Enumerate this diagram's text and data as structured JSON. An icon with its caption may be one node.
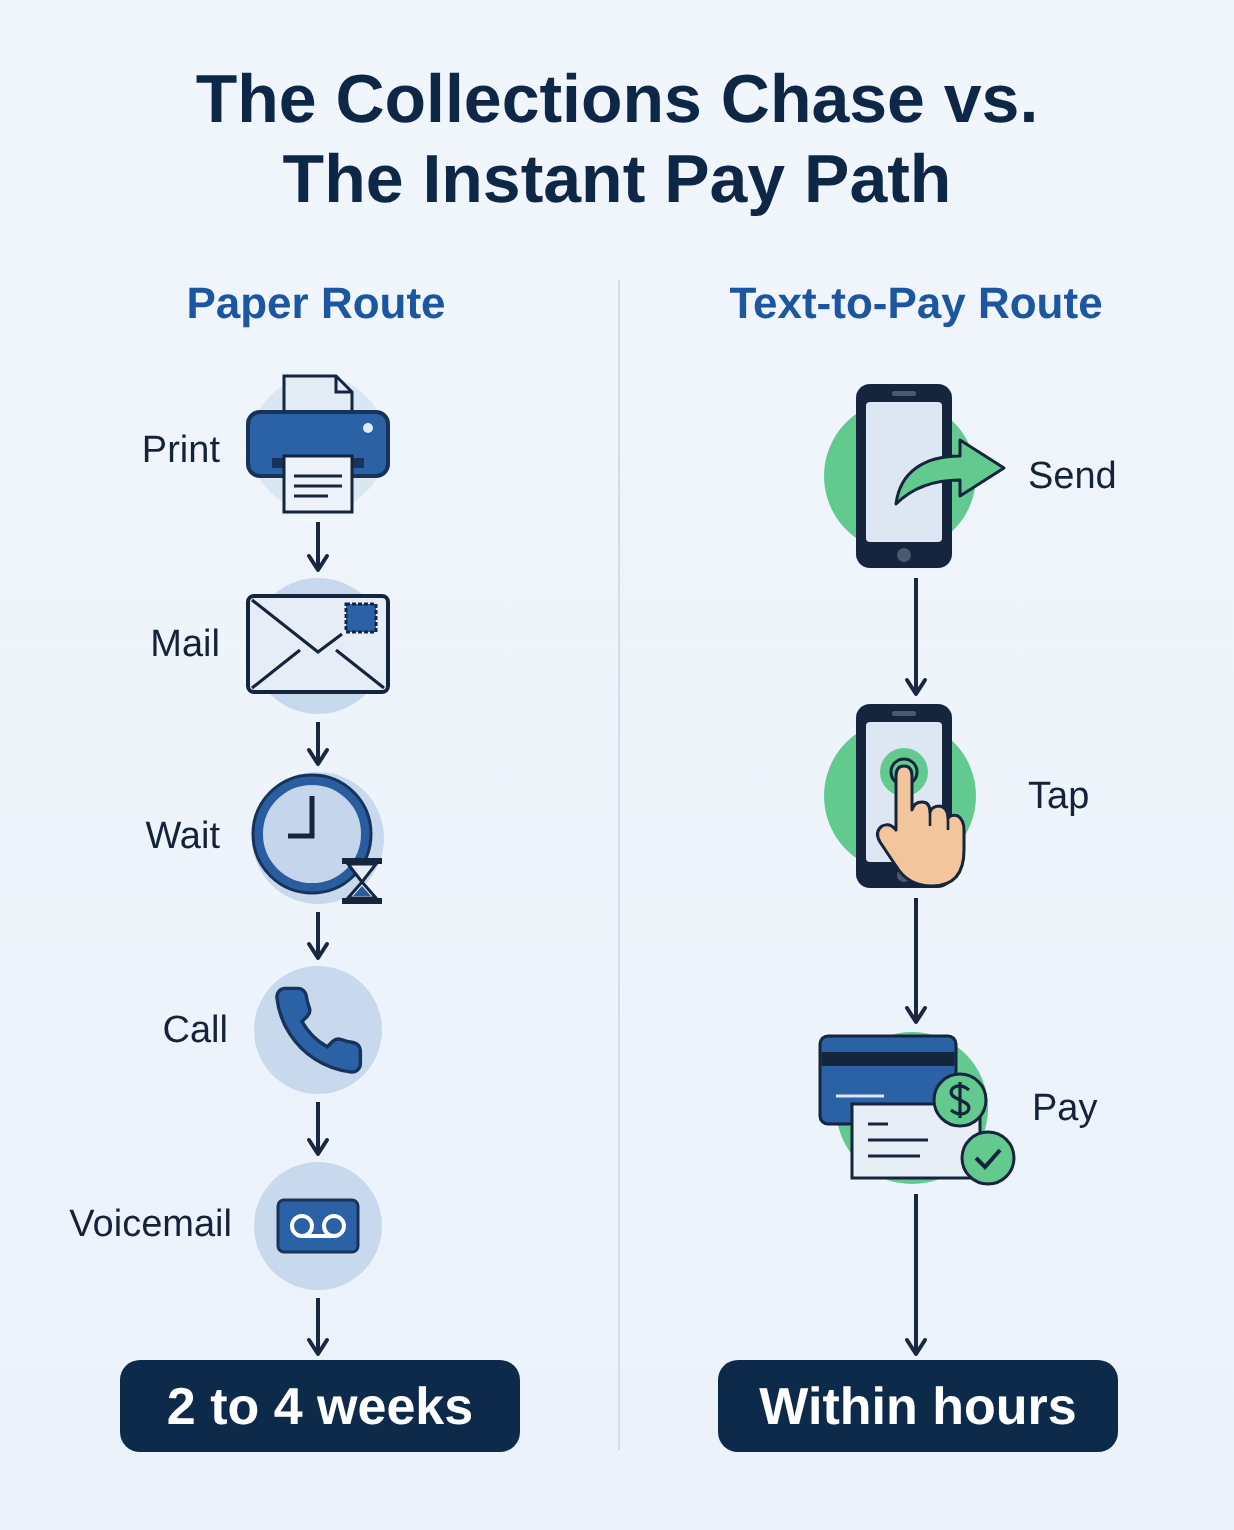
{
  "diagram": {
    "title": "The Collections Chase vs. The Instant Pay Path",
    "nodes": [
      {
        "text": [],
        "shape": "picture",
        "beside": [
          "Print"
        ]
      },
      {
        "text": [],
        "shape": "picture",
        "beside": [
          "Mail"
        ]
      },
      {
        "text": [],
        "shape": "picture",
        "beside": [
          "Wait"
        ]
      },
      {
        "text": [],
        "shape": "picture",
        "beside": [
          "Call"
        ]
      },
      {
        "text": [],
        "shape": "picture",
        "beside": [
          "Voicemail"
        ]
      },
      {
        "text": [
          "2 to 4 weeks"
        ]
      },
      {
        "text": [],
        "shape": "picture",
        "beside": [
          "Send"
        ]
      },
      {
        "text": [],
        "shape": "picture",
        "beside": [
          "Tap"
        ]
      },
      {
        "text": [],
        "shape": "picture",
        "beside": [
          "Pay"
        ]
      },
      {
        "text": [
          "Within hours"
        ]
      }
    ],
    "edges": [
      {
        "from": 0,
        "to": 1,
        "arrow": "to"
      },
      {
        "from": 1,
        "to": 2,
        "arrow": "to"
      },
      {
        "from": 2,
        "to": 3,
        "arrow": "to"
      },
      {
        "from": 3,
        "to": 4,
        "arrow": "to"
      },
      {
        "from": 4,
        "to": 5,
        "arrow": "to"
      },
      {
        "from": 6,
        "to": 7,
        "arrow": "to"
      },
      {
        "from": 7,
        "to": 8,
        "arrow": "to"
      },
      {
        "from": 8,
        "to": 9,
        "arrow": "to"
      }
    ],
    "labels": [
      "Paper Route",
      "Text-to-Pay Route"
    ]
  }
}
